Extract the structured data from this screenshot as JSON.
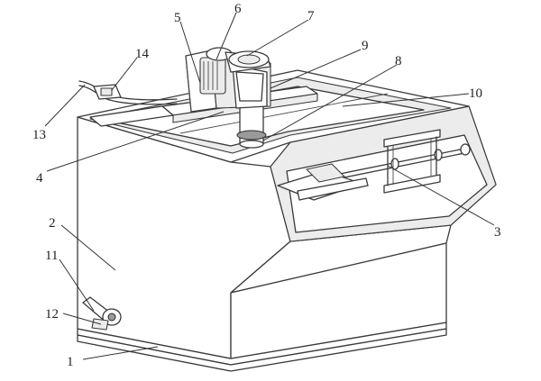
{
  "colors": {
    "line": "#3a3a3a",
    "background": "#ffffff",
    "shade": "#ececec"
  },
  "labels": [
    "1",
    "2",
    "3",
    "4",
    "5",
    "6",
    "7",
    "8",
    "9",
    "10",
    "11",
    "12",
    "13",
    "14"
  ]
}
